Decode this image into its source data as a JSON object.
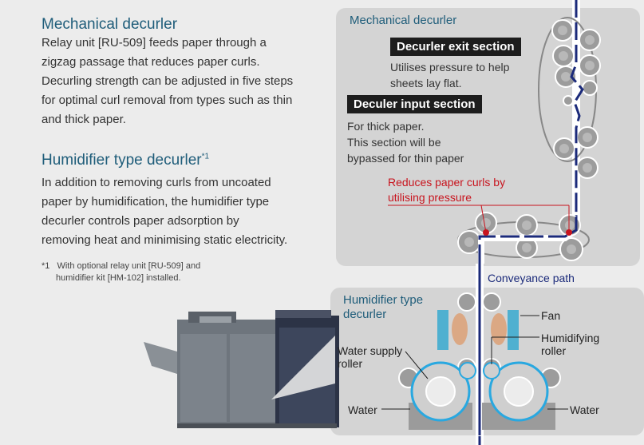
{
  "mechanical": {
    "title": "Mechanical decurler",
    "lines": [
      "Relay unit [RU-509] feeds paper through a",
      "zigzag passage that reduces paper curls.",
      "Decurling strength can be adjusted in five steps",
      "for optimal curl removal from types such as thin",
      "and thick paper."
    ]
  },
  "humidifier": {
    "title": "Humidifier type decurler",
    "title_sup": "*1",
    "lines": [
      "In addition to removing curls from uncoated",
      "paper by humidification, the humidifier type",
      "decurler controls paper adsorption by",
      "removing heat and minimising static electricity."
    ]
  },
  "footnote": {
    "marker": "*1",
    "line1": "With optional relay unit [RU-509] and",
    "line2": "humidifier kit [HM-102] installed."
  },
  "mech_panel": {
    "title": "Mechanical decurler",
    "exit_label": "Decurler exit section",
    "exit_desc": [
      "Utilises pressure to help",
      "sheets lay flat."
    ],
    "input_label": "Deculer input section",
    "input_desc": [
      "For thick paper.",
      "This section will be",
      "bypassed for thin paper"
    ],
    "red_note": [
      "Reduces paper curls by",
      "utilising pressure"
    ]
  },
  "conveyance_label": "Conveyance path",
  "hum_panel": {
    "title": [
      "Humidifier type",
      "decurler"
    ],
    "fan": "Fan",
    "humidifying_roller": [
      "Humidifying",
      "roller"
    ],
    "water_supply_roller": [
      "Water supply",
      "roller"
    ],
    "water_left": "Water",
    "water_right": "Water"
  },
  "colors": {
    "title_blue": "#1f5d7a",
    "path_blue": "#1b2a7a",
    "highlight_red": "#c8141e",
    "panel_gray": "#d4d4d4",
    "fan_teal": "#4fb0d0",
    "water_blue": "#29a8e0"
  }
}
